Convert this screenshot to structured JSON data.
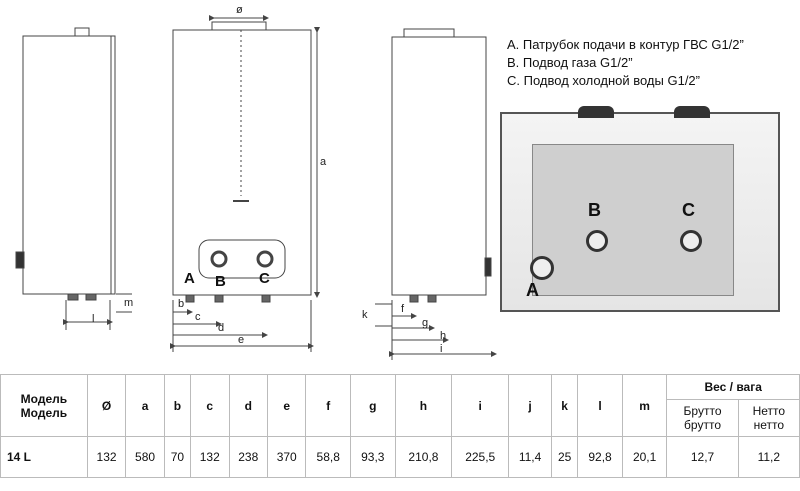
{
  "drawing": {
    "dims_front": [
      "ø",
      "a",
      "b",
      "c",
      "d",
      "e"
    ],
    "dims_side": [
      "k",
      "f",
      "g",
      "h",
      "i"
    ],
    "dims_left": [
      "l",
      "m"
    ],
    "connection_labels": [
      "A",
      "B",
      "C"
    ]
  },
  "legend": [
    "A. Патрубок подачи в контур ГВС G1/2”",
    "B. Подвод газа G1/2”",
    "C. Подвод холодной воды G1/2”"
  ],
  "table": {
    "model_label_1": "Модель",
    "model_label_2": "Модель",
    "weight_header": "Вес /  вага",
    "gross_1": "Брутто",
    "gross_2": "брутто",
    "net_1": "Нетто",
    "net_2": "нетто",
    "columns": [
      "Ø",
      "a",
      "b",
      "c",
      "d",
      "e",
      "f",
      "g",
      "h",
      "i",
      "j",
      "k",
      "l",
      "m"
    ],
    "row": {
      "model": "14 L",
      "values": [
        "132",
        "580",
        "70",
        "132",
        "238",
        "370",
        "58,8",
        "93,3",
        "210,8",
        "225,5",
        "11,4",
        "25",
        "92,8",
        "20,1"
      ],
      "gross": "12,7",
      "net": "11,2"
    }
  }
}
